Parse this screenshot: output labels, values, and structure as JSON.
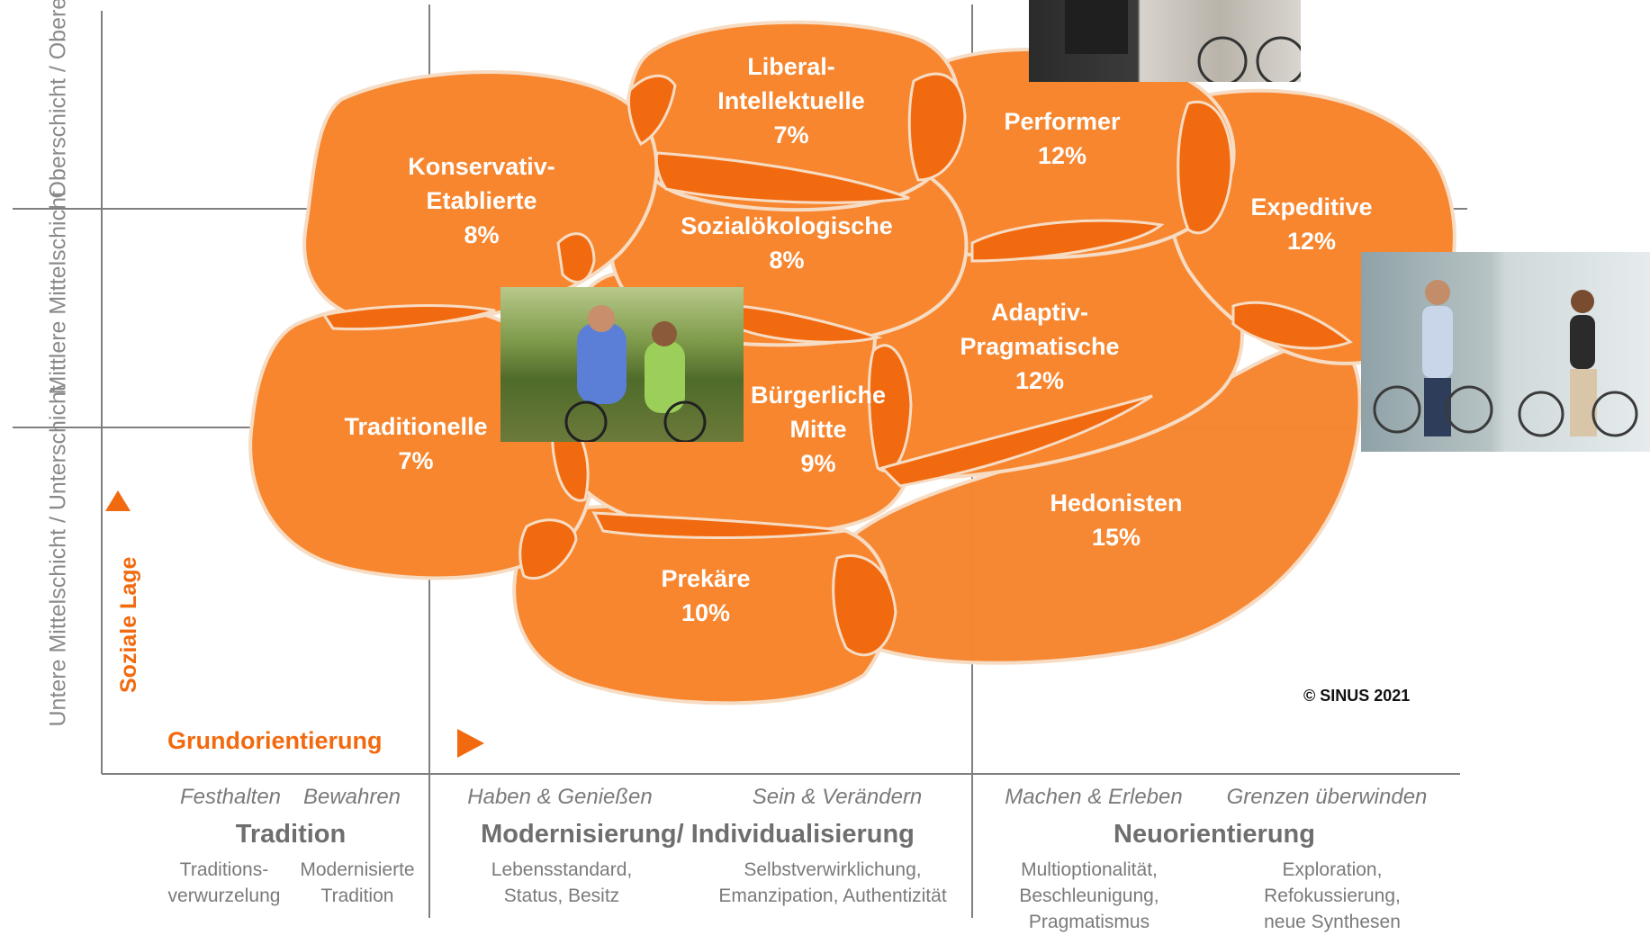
{
  "rows": {
    "upper": "Oberschicht / Obere Mittelschicht",
    "middle": "Mittlere Mittelschicht",
    "lower": "Untere Mittelschicht / Unterschicht"
  },
  "axes": {
    "y_label": "Soziale Lage",
    "x_label": "Grundorientierung"
  },
  "milieus": [
    {
      "name_l1": "Liberal-",
      "name_l2": "Intellektuelle",
      "pct": "7%"
    },
    {
      "name_l1": "Konservativ-",
      "name_l2": "Etablierte",
      "pct": "8%"
    },
    {
      "name_l1": "Performer",
      "name_l2": "",
      "pct": "12%"
    },
    {
      "name_l1": "Expeditive",
      "name_l2": "",
      "pct": "12%"
    },
    {
      "name_l1": "Sozialökologische",
      "name_l2": "",
      "pct": "8%"
    },
    {
      "name_l1": "Adaptiv-",
      "name_l2": "Pragmatische",
      "pct": "12%"
    },
    {
      "name_l1": "Traditionelle",
      "name_l2": "",
      "pct": "7%"
    },
    {
      "name_l1": "Bürgerliche",
      "name_l2": "Mitte",
      "pct": "9%"
    },
    {
      "name_l1": "Hedonisten",
      "name_l2": "",
      "pct": "15%"
    },
    {
      "name_l1": "Prekäre",
      "name_l2": "",
      "pct": "10%"
    }
  ],
  "copyright": "© SINUS 2021",
  "values": [
    "Festhalten",
    "Bewahren",
    "Haben & Genießen",
    "Sein & Verändern",
    "Machen & Erleben",
    "Grenzen überwinden"
  ],
  "groups": [
    "Tradition",
    "Modernisierung/ Individualisierung",
    "Neuorientierung"
  ],
  "subs": [
    {
      "l1": "Traditions-",
      "l2": "verwurzelung",
      "l3": ""
    },
    {
      "l1": "Modernisierte",
      "l2": "Tradition",
      "l3": ""
    },
    {
      "l1": "Lebensstandard,",
      "l2": "Status, Besitz",
      "l3": ""
    },
    {
      "l1": "Selbstverwirklichung,",
      "l2": "Emanzipation, Authentizität",
      "l3": ""
    },
    {
      "l1": "Multioptionalität,",
      "l2": "Beschleunigung,",
      "l3": "Pragmatismus"
    },
    {
      "l1": "Exploration,",
      "l2": "Refokussierung,",
      "l3": "neue Synthesen"
    }
  ],
  "colors": {
    "orange": "#f7862f",
    "overlap": "#f26a0f",
    "outline": "#f7dcc4",
    "accent_text": "#f26a0f",
    "grid": "#7f7f7f"
  }
}
